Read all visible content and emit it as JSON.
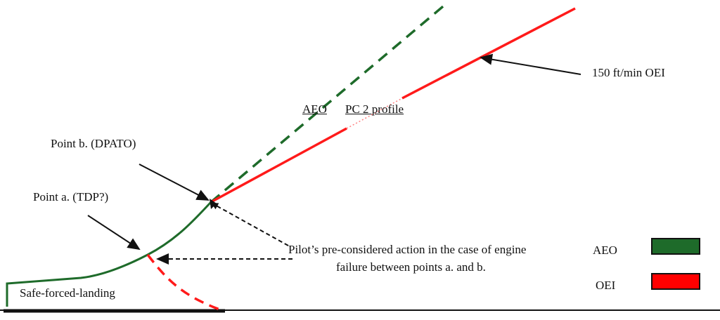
{
  "labels": {
    "point_b": "Point b. (DPATO)",
    "point_a": "Point a. (TDP?)",
    "oei_rate": "150 ft/min OEI",
    "aeo_profile": "AEO",
    "pc2_profile": "PC 2 profile",
    "pilot_action_line1": "Pilot’s pre-considered action in the case of engine",
    "pilot_action_line2": "failure between points a. and b.",
    "safe_forced_landing": "Safe-forced-landing"
  },
  "legend": [
    {
      "label": "AEO",
      "color": "#1e6b2a"
    },
    {
      "label": "OEI",
      "color": "#ff0000"
    }
  ],
  "colors": {
    "aeo": "#1e6b2a",
    "oei": "#ff1a1a",
    "ground": "#111111"
  }
}
